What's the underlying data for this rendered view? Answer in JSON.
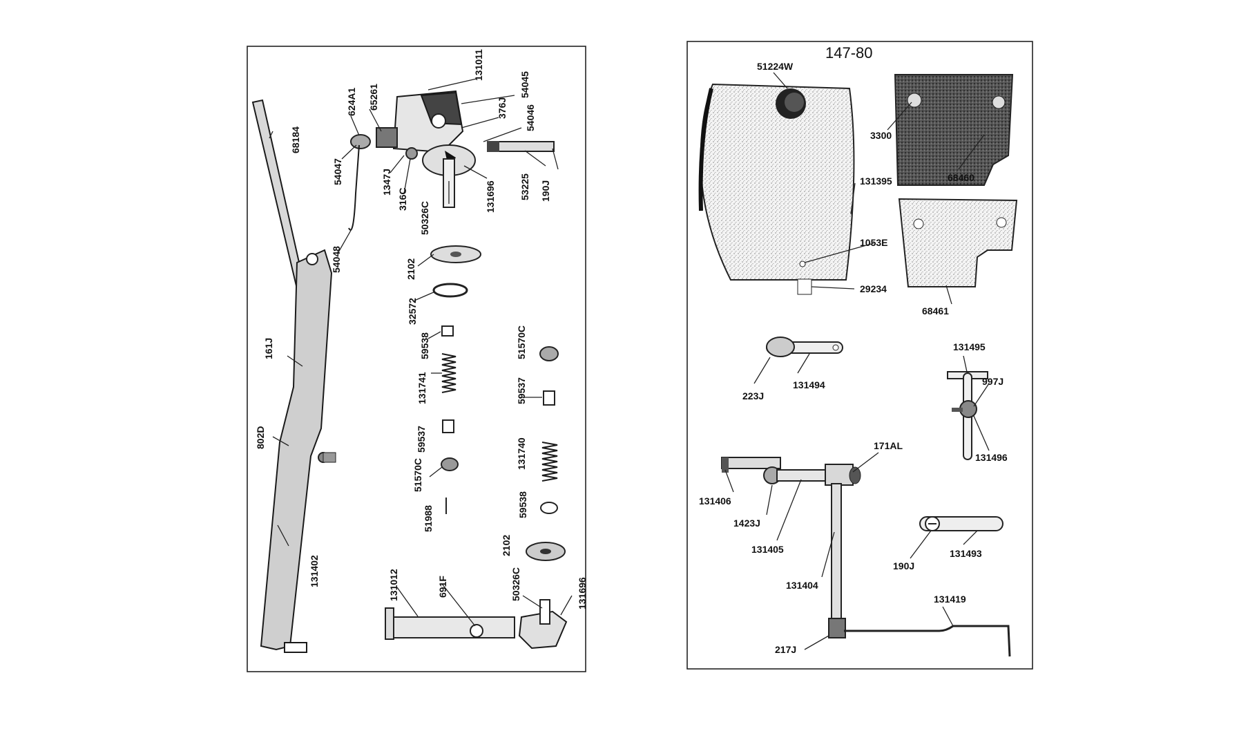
{
  "figure": {
    "title": "147-80"
  },
  "left_panel": {
    "labels": [
      "131011",
      "54045",
      "65261",
      "624A1",
      "376J",
      "54046",
      "54047",
      "1347J",
      "316C",
      "50326C",
      "131696",
      "53225",
      "190J",
      "68184",
      "54048",
      "2102",
      "32572",
      "59538",
      "131741",
      "51570C",
      "59537",
      "161J",
      "802D",
      "131740",
      "51988",
      "131402",
      "131012",
      "691F"
    ],
    "extra": [
      "59537",
      "51570C",
      "59538",
      "2102",
      "50326C",
      "131696"
    ]
  },
  "right_panel": {
    "labels": [
      "51224W",
      "3300",
      "68460",
      "131395",
      "1053E",
      "29234",
      "68461",
      "131495",
      "997J",
      "223J",
      "131494",
      "131496",
      "171AL",
      "131406",
      "1423J",
      "131405",
      "190J",
      "131493",
      "131404",
      "131419",
      "217J"
    ]
  }
}
